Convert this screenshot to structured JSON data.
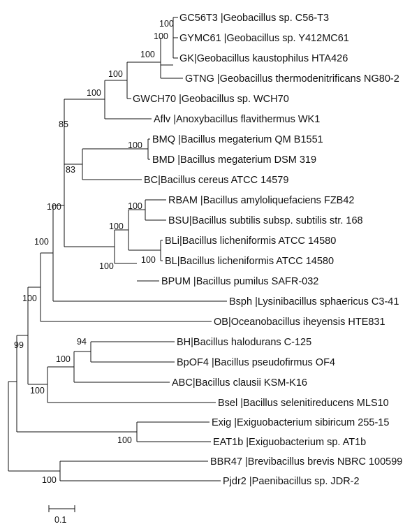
{
  "tree": {
    "leaves": [
      {
        "label": "GC56T3 |Geobacillus sp. C56-T3"
      },
      {
        "label": "GYMC61 |Geobacillus sp. Y412MC61"
      },
      {
        "label": "GK|Geobacillus kaustophilus HTA426"
      },
      {
        "label": "GTNG |Geobacillus thermodenitrificans NG80-2"
      },
      {
        "label": "GWCH70 |Geobacillus sp. WCH70"
      },
      {
        "label": "Aflv |Anoxybacillus flavithermus WK1"
      },
      {
        "label": "BMQ |Bacillus megaterium QM B1551"
      },
      {
        "label": "BMD |Bacillus megaterium DSM 319"
      },
      {
        "label": "BC|Bacillus cereus ATCC 14579"
      },
      {
        "label": "RBAM |Bacillus amyloliquefaciens FZB42"
      },
      {
        "label": "BSU|Bacillus subtilis subsp. subtilis str. 168"
      },
      {
        "label": "BLi|Bacillus licheniformis ATCC 14580"
      },
      {
        "label": "BL|Bacillus licheniformis ATCC 14580"
      },
      {
        "label": "BPUM |Bacillus pumilus SAFR-032"
      },
      {
        "label": "Bsph |Lysinibacillus sphaericus C3-41"
      },
      {
        "label": "OB|Oceanobacillus iheyensis HTE831"
      },
      {
        "label": "BH|Bacillus halodurans C-125"
      },
      {
        "label": "BpOF4 |Bacillus pseudofirmus OF4"
      },
      {
        "label": "ABC|Bacillus clausii KSM-K16"
      },
      {
        "label": "Bsel |Bacillus selenitireducens MLS10"
      },
      {
        "label": "Exig |Exiguobacterium sibiricum 255-15"
      },
      {
        "label": "EAT1b |Exiguobacterium sp. AT1b"
      },
      {
        "label": "BBR47 |Brevibacillus brevis NBRC 100599"
      },
      {
        "label": "Pjdr2 |Paenibacillus sp. JDR-2"
      }
    ],
    "bootstrap": [
      {
        "value": "100"
      },
      {
        "value": "100"
      },
      {
        "value": "100"
      },
      {
        "value": "100"
      },
      {
        "value": "100"
      },
      {
        "value": "85"
      },
      {
        "value": "100"
      },
      {
        "value": "83"
      },
      {
        "value": "100"
      },
      {
        "value": "100"
      },
      {
        "value": "100"
      },
      {
        "value": "100"
      },
      {
        "value": "100"
      },
      {
        "value": "100"
      },
      {
        "value": "100"
      },
      {
        "value": "99"
      },
      {
        "value": "94"
      },
      {
        "value": "100"
      },
      {
        "value": "100"
      },
      {
        "value": "100"
      },
      {
        "value": "100"
      }
    ],
    "scale_bar": {
      "label": "0.1",
      "length": 0.1
    }
  }
}
